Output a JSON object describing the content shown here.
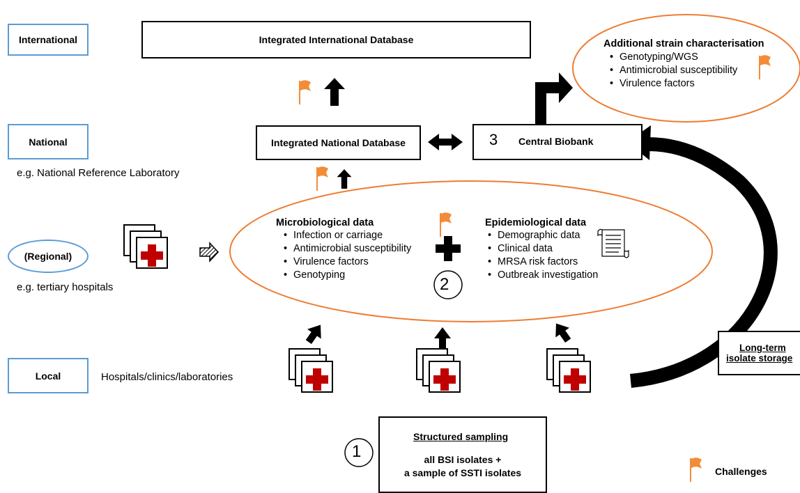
{
  "levels": {
    "international": "International",
    "national": "National",
    "national_example": "e.g. National Reference Laboratory",
    "regional": "(Regional)",
    "regional_example": "e.g. tertiary hospitals",
    "local": "Local",
    "local_example": "Hospitals/clinics/laboratories"
  },
  "boxes": {
    "international_db": "Integrated International Database",
    "national_db": "Integrated National Database",
    "central_biobank_number": "3",
    "central_biobank": "Central Biobank",
    "long_term_line1": "Long-term",
    "long_term_line2": "isolate storage"
  },
  "additional": {
    "title": "Additional strain characterisation",
    "items": [
      "Genotyping/WGS",
      "Antimicrobial susceptibility",
      "Virulence factors"
    ]
  },
  "microbiological": {
    "title": "Microbiological data",
    "items": [
      "Infection or carriage",
      "Antimicrobial susceptibility",
      "Virulence factors",
      "Genotyping"
    ]
  },
  "epidemiological": {
    "title": "Epidemiological data",
    "items": [
      "Demographic data",
      "Clinical data",
      "MRSA risk factors",
      "Outbreak investigation"
    ]
  },
  "step2_number": "2",
  "sampling": {
    "number": "1",
    "title": "Structured sampling",
    "line1": "all BSI isolates +",
    "line2": "a sample of SSTI isolates"
  },
  "legend": {
    "challenges": "Challenges"
  },
  "colors": {
    "flag": "#f28c38",
    "ellipse_orange": "#ed7d31",
    "level_blue": "#5b9bd5",
    "cross_red": "#c00000"
  },
  "icons": [
    "flag-icon",
    "medical-record-icon",
    "document-scroll-icon",
    "arrow-icon",
    "plus-icon"
  ]
}
